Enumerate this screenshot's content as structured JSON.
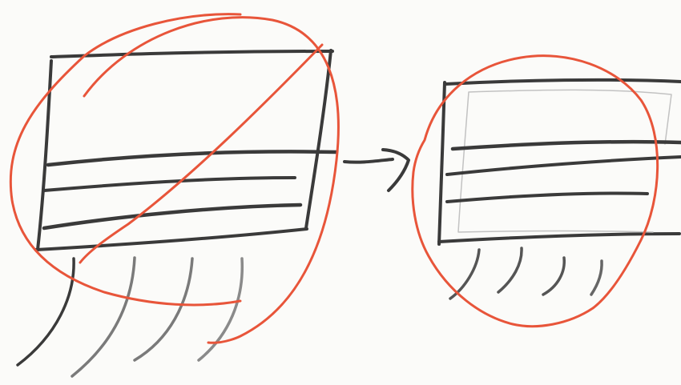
{
  "colors": {
    "paper": "#fbfbf9",
    "pencil_dark": "#3a3a3a",
    "pencil_mid": "#666666",
    "pencil_light": "#8c8c8c",
    "red_pen": "#e8553a"
  },
  "panels": {
    "before": {
      "crossed_out": true,
      "lines": 3,
      "hanging_strokes": 4
    },
    "after": {
      "crossed_out": false,
      "lines": 3,
      "hanging_strokes": 4
    }
  },
  "arrow": {
    "direction": "left-to-right"
  }
}
